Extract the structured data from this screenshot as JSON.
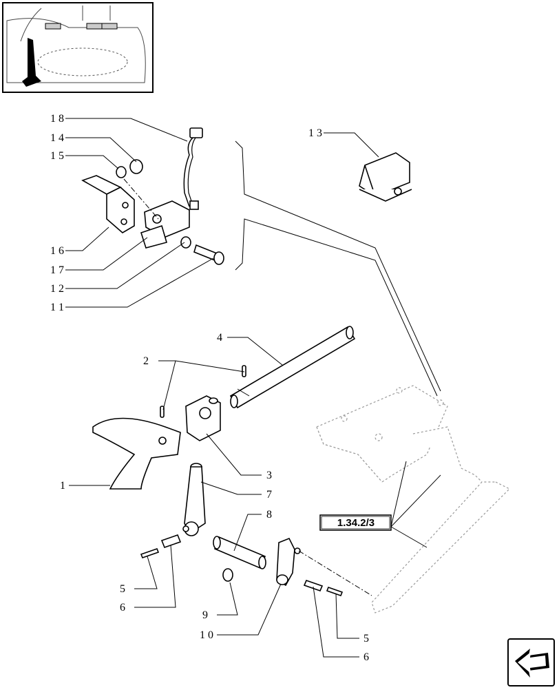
{
  "callouts": {
    "c1": "1",
    "c2": "2",
    "c3": "3",
    "c4": "4",
    "c5a": "5",
    "c5b": "5",
    "c6a": "6",
    "c6b": "6",
    "c7": "7",
    "c8": "8",
    "c9": "9",
    "c10": "1 0",
    "c11": "1 1",
    "c12": "1 2",
    "c13": "1 3",
    "c14": "1 4",
    "c15": "1 5",
    "c16": "1 6",
    "c17": "1 7",
    "c18": "1 8"
  },
  "reference": "1.34.2/3",
  "icons": {
    "location": "tractor-cab-location-icon",
    "nav": "next-page-arrow-icon"
  }
}
